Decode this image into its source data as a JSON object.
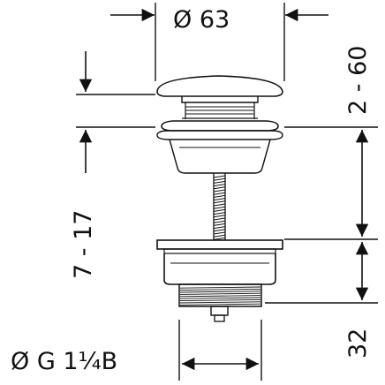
{
  "labels": {
    "top_diameter": "Ø 63",
    "stroke_range": "2 - 60",
    "left_range": "7 - 17",
    "bottom_height": "32",
    "thread": "Ø G 1¼B"
  }
}
